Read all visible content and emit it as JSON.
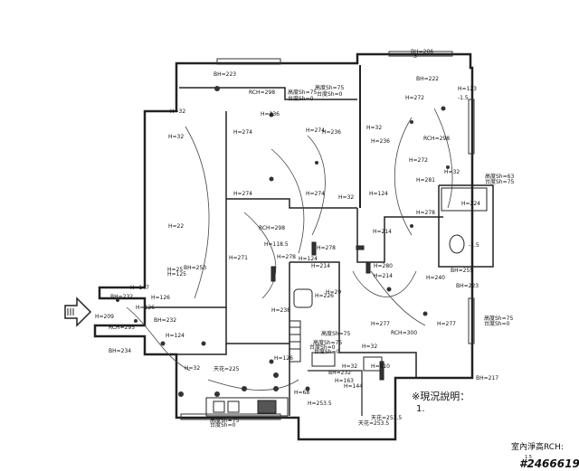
{
  "ceiling_labels": [
    "BH=223",
    "RCH=298",
    "高度Sh=75",
    "台度Sh=0",
    "高度Sh=75",
    "台度Sh=0",
    "BH=222",
    "H=272",
    "H=236",
    "H=274",
    "H=236",
    "H=32",
    "H=236",
    "RCH=298",
    "H=274",
    "H=274",
    "H=272",
    "H=281",
    "H=274",
    "H=32",
    "H=124",
    "H=278",
    "H=224",
    "H=32",
    "RCH=298",
    "H=278",
    "H=214",
    "H=278",
    "H=271",
    "BH=253",
    "H=124",
    "H=214",
    "H=280",
    "H=214",
    "H=240",
    "BH=255",
    "BH=223",
    "H=147",
    "H=126",
    "BH=232",
    "H=126",
    "RCH=295",
    "BH=232",
    "H=124",
    "H=277",
    "RCH=300",
    "H=277",
    "BH=234",
    "H=32",
    "H=32",
    "BH=232",
    "H=110",
    "H=32",
    "天花=225",
    "H=126",
    "H=32",
    "H=118.5",
    "H=226",
    "H=238",
    "H=209",
    "H=22",
    "H=32",
    "H=25",
    "H=125",
    "H=123",
    "-1.5",
    "-1.5",
    "H=29",
    "高度Sh=75",
    "台度Sh=0",
    "高度Sh=75",
    "台度Sh=0",
    "BH=206",
    "-3",
    "H=68",
    "H=163",
    "H=144",
    "H=253.5",
    "高度Sh=75",
    "台度Sh=0",
    "高度Sh=75",
    "台度Sh=0",
    "BH=217",
    "天花=253.5",
    "天花=253.5",
    "高度Sh=63",
    "台度Sh=75"
  ],
  "notes": {
    "title": "※現況說明：",
    "item": "1.",
    "rch_label": "室內淨高RCH:",
    "rch_value": "1.5"
  },
  "watermark": "#2466619"
}
